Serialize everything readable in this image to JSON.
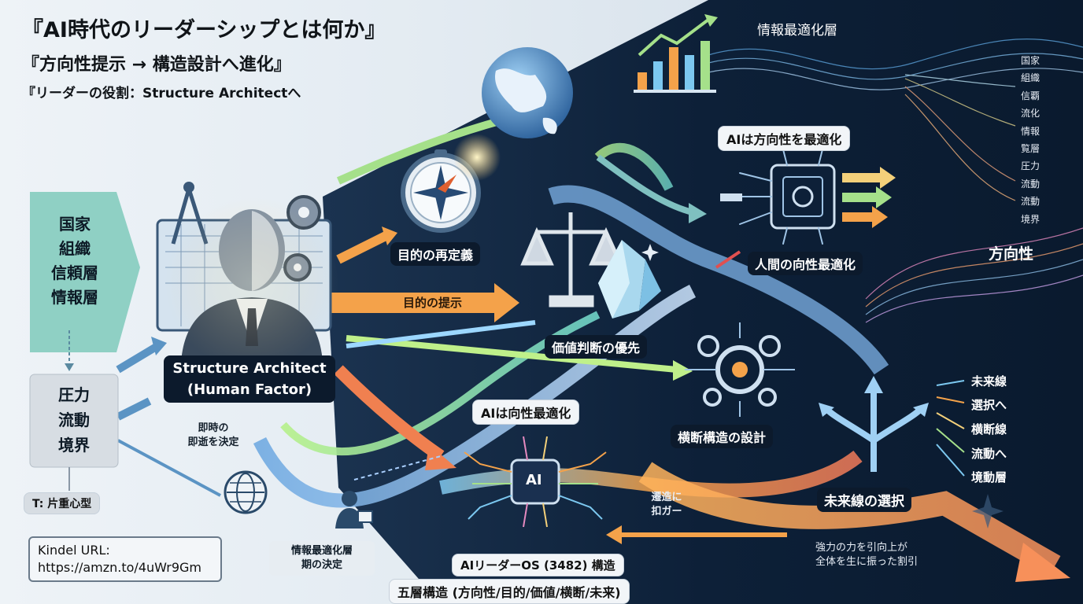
{
  "titles": {
    "main": "『AI時代のリーダーシップとは何か』",
    "sub1": "『方向性提示 → 構造設計へ進化』",
    "sub2": "『リーダーの役割：Structure Architectへ"
  },
  "left_box_top": [
    "国家",
    "組織",
    "信頼層",
    "情報層"
  ],
  "left_box_bottom": [
    "圧力",
    "流動",
    "境界"
  ],
  "tag_t": "T: 片重心型",
  "kindle": {
    "label": "Kindel URL:",
    "url": "https://amzn.to/4uWr9Gm"
  },
  "architect": {
    "line1": "Structure Architect",
    "line2": "(Human Factor)"
  },
  "decision_note": [
    "即時の",
    "即逝を決定"
  ],
  "nodes": {
    "purpose_redefine": "目的の再定義",
    "purpose_present": "目的の提示",
    "value_priority": "価値判断の優先",
    "cross_design": "横断構造の設計",
    "future_choice": "未来線の選択",
    "ai_direction": "AIは方向性を最適化",
    "human_direction": "人間の向性最適化",
    "ai_oriented": "AIは向性最適化",
    "ai_chip": "AI",
    "info_layer_top": "情報最適化層",
    "direction": "方向性"
  },
  "right_list": [
    "国家",
    "組織",
    "信覇",
    "流化",
    "情報",
    "覧層",
    "圧力",
    "流動",
    "流動",
    "境界"
  ],
  "future_list": [
    "未来線",
    "選択へ",
    "横断線",
    "流動へ",
    "境動層"
  ],
  "bottom_left_note": [
    "情報最適化層",
    "期の決定"
  ],
  "mid_note": [
    "遷造に",
    "扣ガー"
  ],
  "bottom_right_note": [
    "強力の力を引向上が",
    "全体を生に振った割引"
  ],
  "os_label": "AIリーダーOS (3482) 構造",
  "five_layer": "五層構造 (方向性/目的/価値/横断/未来)",
  "colors": {
    "navy": "#0b1c33",
    "teal_box": "#7fc7bd",
    "orange": "#f4a24a",
    "blue_flow": "#5fa8e6",
    "green_flow": "#a7e37a"
  }
}
